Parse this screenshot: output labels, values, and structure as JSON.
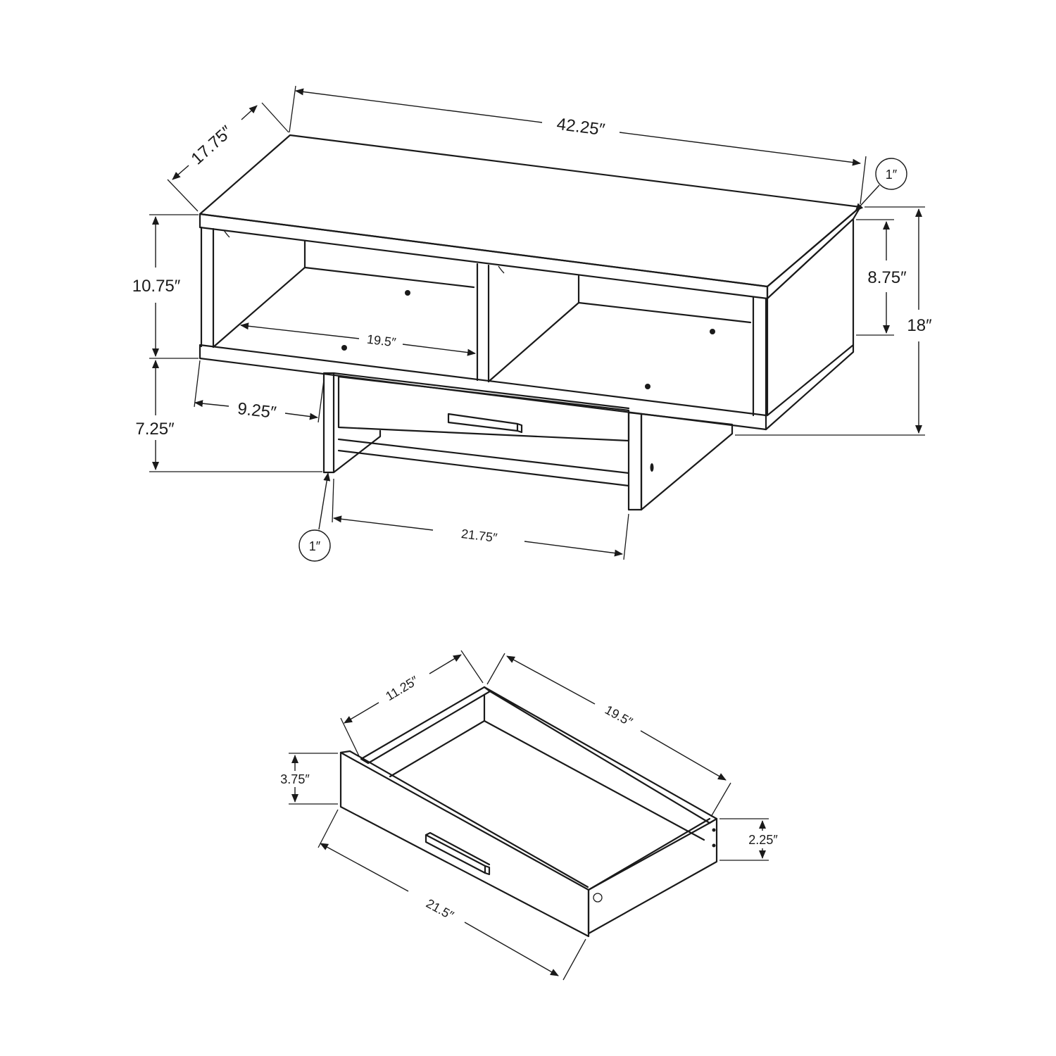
{
  "table": {
    "width": "42.25″",
    "depth": "17.75″",
    "shelf_height": "10.75″",
    "total_height": "18″",
    "inner_shelf_height": "8.75″",
    "leg_height": "7.25″",
    "overhang": "9.25″",
    "shelf_opening_width": "19.5″",
    "leg_span": "21.75″",
    "top_thickness": "1″",
    "leg_thickness": "1″"
  },
  "drawer": {
    "depth": "11.25″",
    "length": "19.5″",
    "front_height": "3.75″",
    "side_height": "2.25″",
    "front_width": "21.5″"
  },
  "colors": {
    "line": "#1a1a1a",
    "background": "#ffffff"
  }
}
